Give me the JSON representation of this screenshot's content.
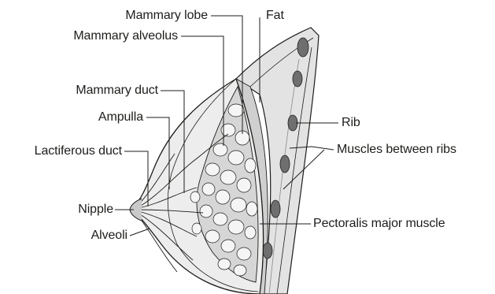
{
  "diagram": {
    "labels": {
      "mammary_lobe": "Mammary lobe",
      "fat": "Fat",
      "mammary_alveolus": "Mammary alveolus",
      "mammary_duct": "Mammary duct",
      "ampulla": "Ampulla",
      "lactiferous_duct": "Lactiferous duct",
      "nipple": "Nipple",
      "alveoli": "Alveoli",
      "rib": "Rib",
      "muscles_between_ribs": "Muscles between ribs",
      "pectoralis_major_muscle": "Pectoralis major muscle"
    },
    "colors": {
      "ink": "#1d1d1b",
      "tissue": "#d9d9d9",
      "rib": "#6f6f6f",
      "muscle": "#e3e3e3"
    }
  }
}
